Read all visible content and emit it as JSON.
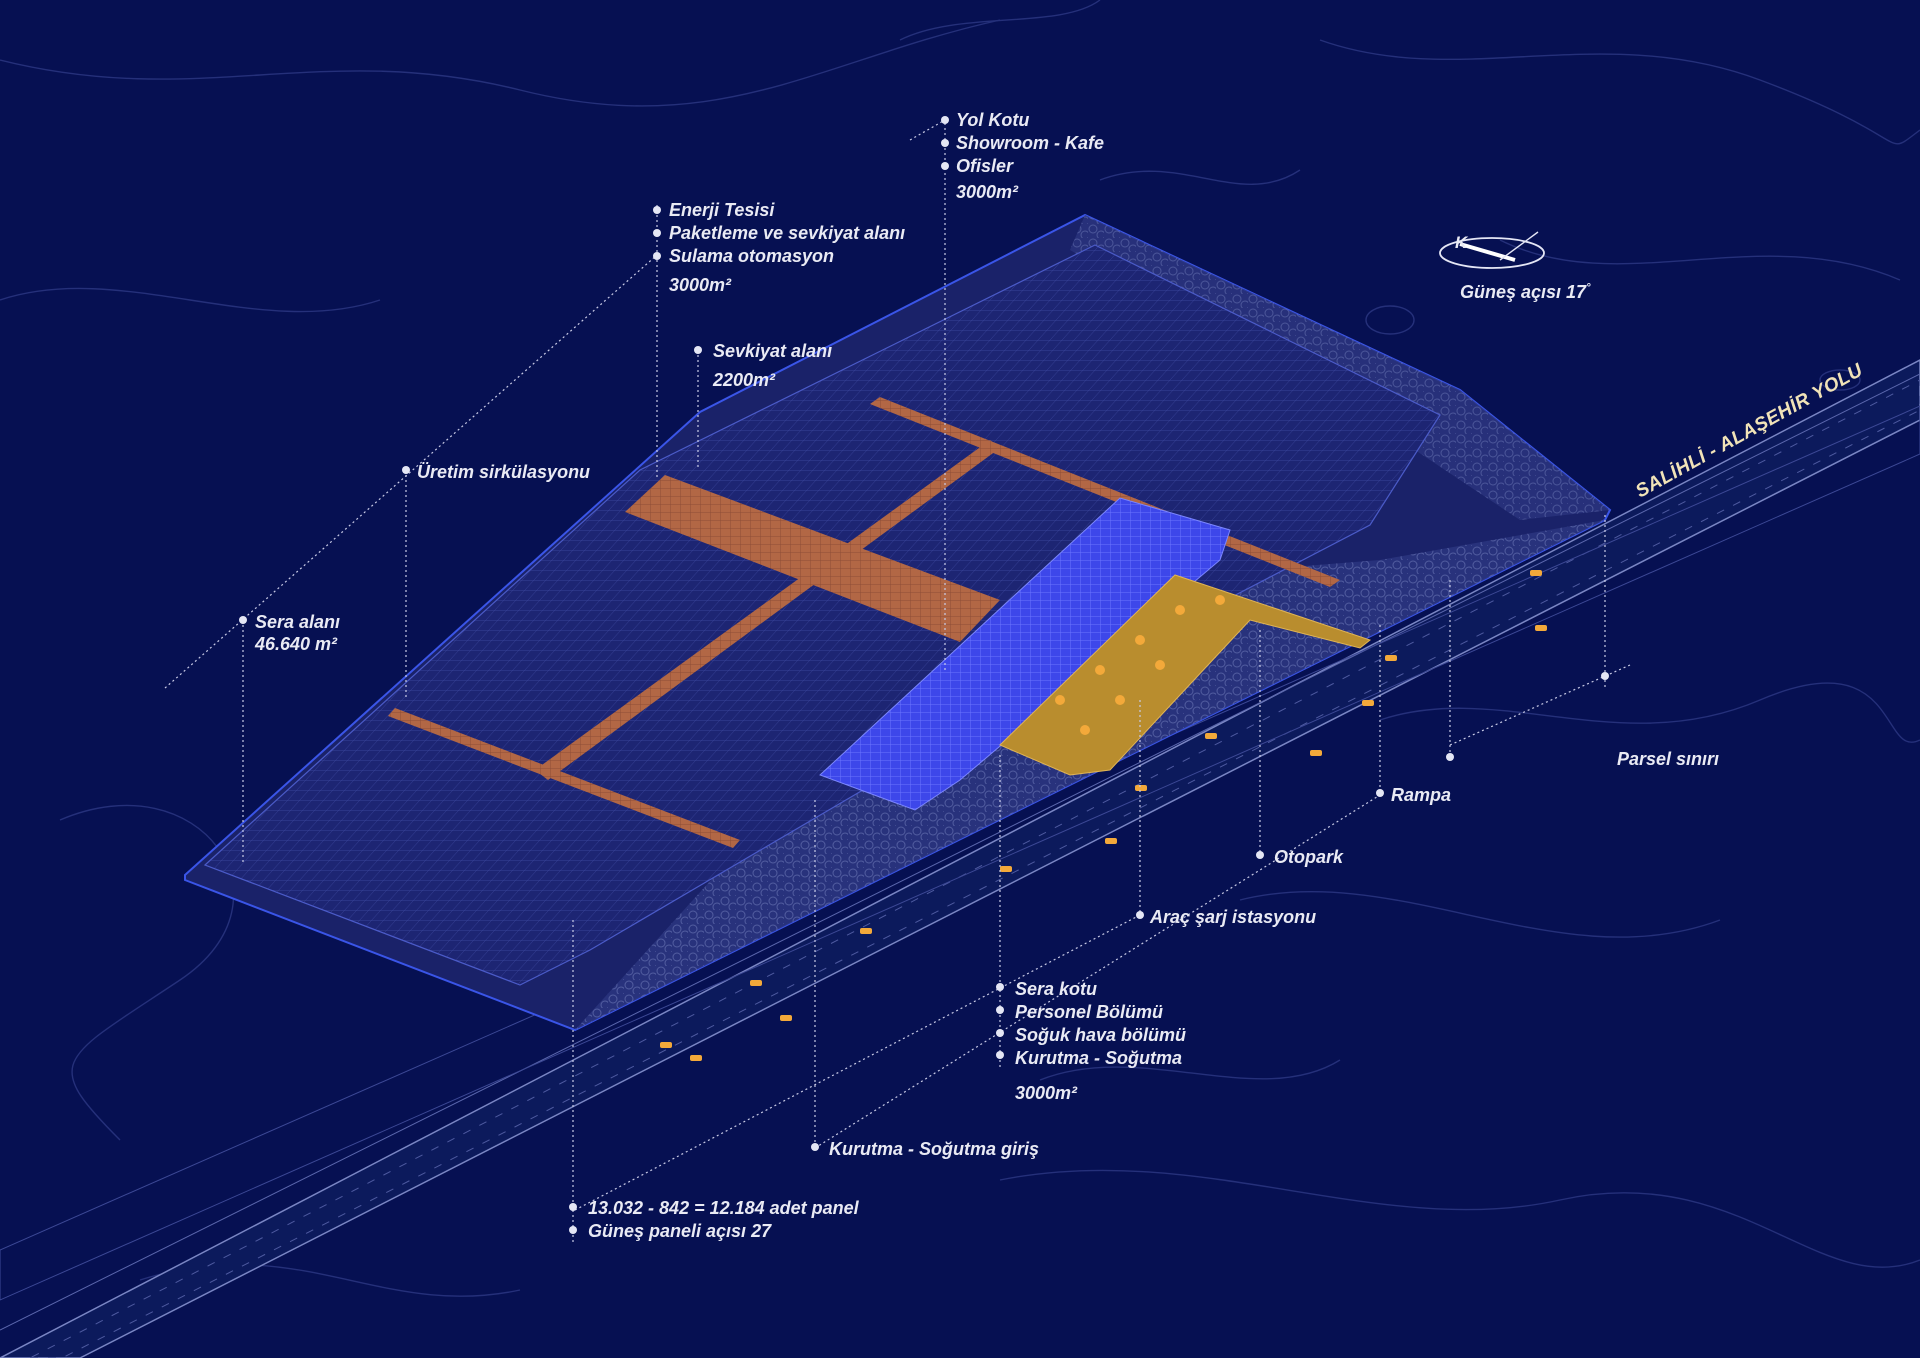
{
  "labels": {
    "yol_kotu": "Yol Kotu",
    "showroom": "Showroom - Kafe",
    "ofisler": "Ofisler",
    "area_3000_top": "3000m²",
    "enerji": "Enerji Tesisi",
    "paketleme": "Paketleme ve sevkiyat alanı",
    "sulama": "Sulama otomasyon",
    "area_3000_left": "3000m²",
    "sevkiyat": "Sevkiyat alanı",
    "area_2200": "2200m²",
    "uretim": "Üretim sirkülasyonu",
    "sera_alani": "Sera alanı",
    "sera_area": "46.640 m²",
    "parsel": "Parsel sınırı",
    "rampa": "Rampa",
    "otopark": "Otopark",
    "arac": "Araç şarj istasyonu",
    "sera_kotu": "Sera kotu",
    "personel": "Personel Bölümü",
    "soguk": "Soğuk hava bölümü",
    "kurutma": "Kurutma - Soğutma",
    "area_3000_bottom": "3000m²",
    "kurutma_giris": "Kurutma - Soğutma giriş",
    "panel": "13.032 - 842 = 12.184 adet panel",
    "panel_aci": "Güneş paneli açısı 27",
    "compass_k": "K",
    "gunes_aci": "Güneş açısı 17",
    "gunes_deg": "°",
    "road_name": "SALİHLİ - ALAŞEHİR YOLU"
  },
  "colors": {
    "background": "#061052",
    "greenhouse": "#202a78",
    "circulation": "#b5674a",
    "building": "#3b45e6",
    "parking": "#b98d2e",
    "boundary": "#4a7cff",
    "label": "#e9eaf4",
    "road_label": "#f1e3b8"
  }
}
